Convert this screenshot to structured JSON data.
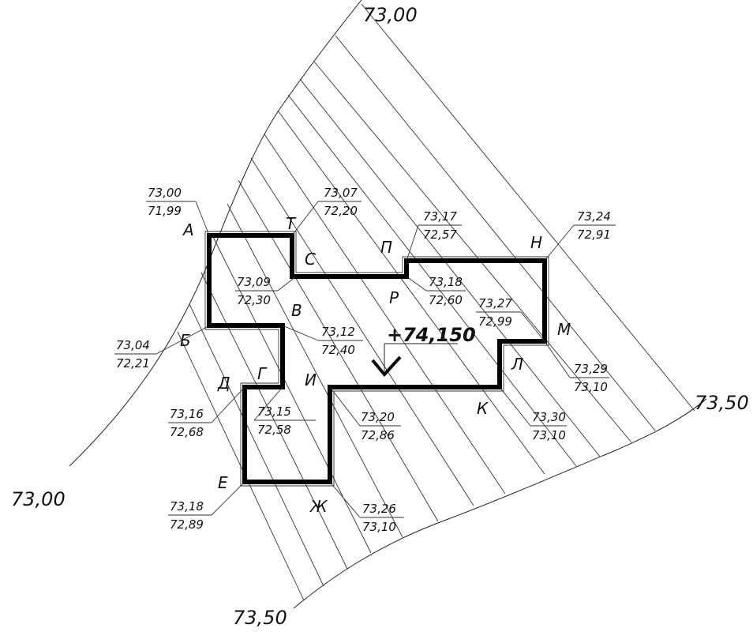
{
  "contours": {
    "top_label": "73,00",
    "left_label": "73,00",
    "right_label": "73,50",
    "bottom_label": "73,50"
  },
  "floor_mark": "+74,150",
  "corners": {
    "A": {
      "letter": "А",
      "top": "73,00",
      "bottom": "71,99"
    },
    "B": {
      "letter": "Б",
      "top": "73,04",
      "bottom": "72,21"
    },
    "V": {
      "letter": "В",
      "top": "73,12",
      "bottom": "72,40"
    },
    "G": {
      "letter": "Г",
      "top": "73,15",
      "bottom": "72,58"
    },
    "D": {
      "letter": "Д",
      "top": "73,16",
      "bottom": "72,68"
    },
    "E": {
      "letter": "Е",
      "top": "73,18",
      "bottom": "72,89"
    },
    "ZH": {
      "letter": "Ж",
      "top": "73,26",
      "bottom": "73,10"
    },
    "I": {
      "letter": "И",
      "top": "73,20",
      "bottom": "72,86"
    },
    "K": {
      "letter": "К",
      "top": "73,30",
      "bottom": "73,10"
    },
    "L": {
      "letter": "Л",
      "top": "73,29",
      "bottom": "73,10"
    },
    "M": {
      "letter": "М",
      "top": "73,27",
      "bottom": "72,99"
    },
    "N": {
      "letter": "Н",
      "top": "73,24",
      "bottom": "72,91"
    },
    "P": {
      "letter": "П",
      "top": "73,17",
      "bottom": "72,57"
    },
    "R": {
      "letter": "Р",
      "top": "73,18",
      "bottom": "72,60"
    },
    "S": {
      "letter": "С",
      "top": "73,09",
      "bottom": "72,30"
    },
    "T": {
      "letter": "Т",
      "top": "73,07",
      "bottom": "72,20"
    }
  }
}
